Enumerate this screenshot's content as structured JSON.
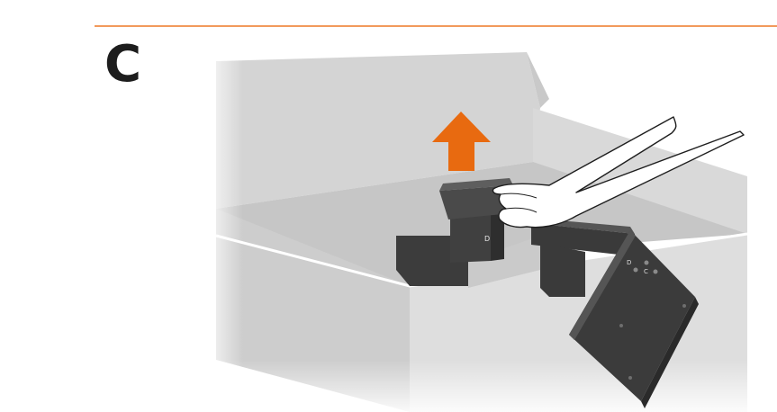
{
  "step": {
    "letter": "C"
  },
  "colors": {
    "divider": "#f29a5c",
    "arrow": "#e86a10",
    "box": "#cfcfcf",
    "stand": "#3e3e3e"
  },
  "illustration": {
    "icons": [
      "open-box-icon",
      "monitor-stand-icon",
      "hand-icon",
      "up-arrow-icon",
      "base-plate-icon"
    ],
    "stand_marks": [
      "D",
      "D",
      "C"
    ]
  }
}
